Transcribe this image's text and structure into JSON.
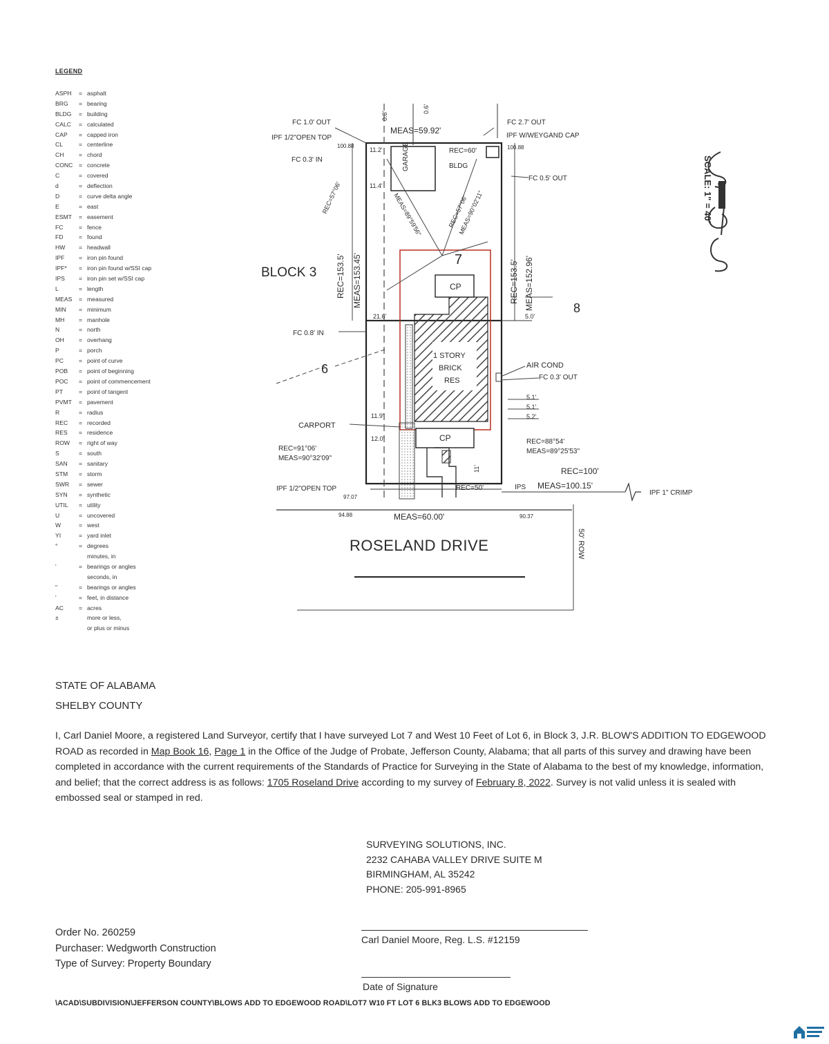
{
  "legend": {
    "title": "LEGEND",
    "items": [
      {
        "abbr": "ASPH",
        "eq": "=",
        "def": "asphalt"
      },
      {
        "abbr": "BRG",
        "eq": "=",
        "def": "bearing"
      },
      {
        "abbr": "BLDG",
        "eq": "=",
        "def": "building"
      },
      {
        "abbr": "CALC",
        "eq": "=",
        "def": "calculated"
      },
      {
        "abbr": "CAP",
        "eq": "=",
        "def": "capped iron"
      },
      {
        "abbr": "CL",
        "eq": "=",
        "def": "centerline"
      },
      {
        "abbr": "CH",
        "eq": "=",
        "def": "chord"
      },
      {
        "abbr": "CONC",
        "eq": "=",
        "def": "concrete"
      },
      {
        "abbr": "C",
        "eq": "=",
        "def": "covered"
      },
      {
        "abbr": "d",
        "eq": "=",
        "def": "deflection"
      },
      {
        "abbr": "D",
        "eq": "=",
        "def": "curve delta angle"
      },
      {
        "abbr": "E",
        "eq": "=",
        "def": "east"
      },
      {
        "abbr": "ESMT",
        "eq": "=",
        "def": "easement"
      },
      {
        "abbr": "FC",
        "eq": "=",
        "def": "fence"
      },
      {
        "abbr": "FD",
        "eq": "=",
        "def": "found"
      },
      {
        "abbr": "HW",
        "eq": "=",
        "def": "headwall"
      },
      {
        "abbr": "IPF",
        "eq": "=",
        "def": "iron pin found"
      },
      {
        "abbr": "IPF*",
        "eq": "=",
        "def": "iron pin found w/SSI cap"
      },
      {
        "abbr": "IPS",
        "eq": "=",
        "def": "iron pin set w/SSI cap"
      },
      {
        "abbr": "L",
        "eq": "=",
        "def": "length"
      },
      {
        "abbr": "MEAS",
        "eq": "=",
        "def": "measured"
      },
      {
        "abbr": "MIN",
        "eq": "=",
        "def": "minimum"
      },
      {
        "abbr": "MH",
        "eq": "=",
        "def": "manhole"
      },
      {
        "abbr": "N",
        "eq": "=",
        "def": "north"
      },
      {
        "abbr": "OH",
        "eq": "=",
        "def": "overhang"
      },
      {
        "abbr": "P",
        "eq": "=",
        "def": "porch"
      },
      {
        "abbr": "PC",
        "eq": "=",
        "def": "point of curve"
      },
      {
        "abbr": "POB",
        "eq": "=",
        "def": "point of beginning"
      },
      {
        "abbr": "POC",
        "eq": "=",
        "def": "point of commencement"
      },
      {
        "abbr": "PT",
        "eq": "=",
        "def": "point of tangent"
      },
      {
        "abbr": "PVMT",
        "eq": "=",
        "def": "pavement"
      },
      {
        "abbr": "R",
        "eq": "=",
        "def": "radius"
      },
      {
        "abbr": "REC",
        "eq": "=",
        "def": "recorded"
      },
      {
        "abbr": "RES",
        "eq": "=",
        "def": "residence"
      },
      {
        "abbr": "ROW",
        "eq": "=",
        "def": "right of way"
      },
      {
        "abbr": "S",
        "eq": "=",
        "def": "south"
      },
      {
        "abbr": "SAN",
        "eq": "=",
        "def": "sanitary"
      },
      {
        "abbr": "STM",
        "eq": "=",
        "def": "storm"
      },
      {
        "abbr": "SWR",
        "eq": "=",
        "def": "sewer"
      },
      {
        "abbr": "SYN",
        "eq": "=",
        "def": "synthetic"
      },
      {
        "abbr": "UTIL",
        "eq": "=",
        "def": "utility"
      },
      {
        "abbr": "U",
        "eq": "=",
        "def": "uncovered"
      },
      {
        "abbr": "W",
        "eq": "=",
        "def": "west"
      },
      {
        "abbr": "YI",
        "eq": "=",
        "def": "yard inlet"
      },
      {
        "abbr": "°",
        "eq": "=",
        "def": "degrees"
      },
      {
        "abbr": "",
        "eq": "",
        "def": "minutes, in"
      },
      {
        "abbr": "'",
        "eq": "=",
        "def": "bearings or angles"
      },
      {
        "abbr": "",
        "eq": "",
        "def": "seconds, in"
      },
      {
        "abbr": "\"",
        "eq": "=",
        "def": "bearings or angles"
      },
      {
        "abbr": "'",
        "eq": "=",
        "def": "feet, in distance"
      },
      {
        "abbr": "AC",
        "eq": "=",
        "def": "acres"
      },
      {
        "abbr": "±",
        "eq": "",
        "def": "more or less,"
      },
      {
        "abbr": "",
        "eq": "",
        "def": "or plus or minus"
      }
    ]
  },
  "plat": {
    "scale": "SCALE: 1\" = 40'",
    "block": "BLOCK 3",
    "lot_7": "7",
    "lot_6": "6",
    "lot_8": "8",
    "street": "ROSELAND DRIVE",
    "row": "50' ROW",
    "top_meas": "MEAS=59.92'",
    "fc_nw": "FC 1.0' OUT",
    "fc_ne": "FC 2.7' OUT",
    "ipf_nw": "IPF 1/2\"OPEN TOP",
    "ipf_ne": "IPF W/WEYGAND CAP",
    "fc_nw_in": "FC 0.3' IN",
    "fc_ne_out": "FC 0.5' OUT",
    "coord_nw": "100.88",
    "coord_ne": "100.88",
    "dim_0_8": "0.8'",
    "dim_0_6": "0.6'",
    "dim_11_2": "11.2'",
    "dim_11_4": "11.4'",
    "rec_top": "REC=60'",
    "bldg": "BLDG",
    "garage": "GARAGE",
    "left_rec": "REC=153.5'",
    "left_meas": "MEAS=153.45'",
    "right_rec": "REC=153.5'",
    "right_meas": "MEAS=152.96'",
    "diag_left": "REC=57°06'",
    "diag_mid": "MEAS=89°59'56\"",
    "diag_right_a": "REC=57°06'",
    "diag_right_b": "MEAS=90°02'11\"",
    "cp_top": "CP",
    "dim_21_6": "21.6'",
    "dim_5_0": "5.0'",
    "fc_w_in": "FC 0.8' IN",
    "house_line1": "1 STORY",
    "house_line2": "BRICK",
    "house_line3": "RES",
    "air_cond": "AIR COND",
    "fc_e_out": "FC 0.3' OUT",
    "dim_5_1a": "5.1'",
    "dim_5_1b": "5.1'",
    "dim_5_2": "5.2'",
    "carport": "CARPORT",
    "dim_11_9": "11.9'",
    "dim_12_0": "12.0'",
    "cp_bottom": "CP",
    "sw_rec": "REC=91°06'",
    "sw_meas": "MEAS=90°32'09\"",
    "se_rec": "REC=88°54'",
    "se_meas": "MEAS=89°25'53\"",
    "ipf_sw": "IPF 1/2\"OPEN TOP",
    "coord_sw": "97.07",
    "rec_bottom": "REC=50'",
    "ips": "IPS",
    "east_rec": "REC=100'",
    "east_meas": "MEAS=100.15'",
    "ipf_crimp": "IPF 1\" CRIMP",
    "bottom_meas": "MEAS=60.00'",
    "coord_bl": "94.88",
    "coord_br": "90.37",
    "dim_11": "11'"
  },
  "state": "STATE OF ALABAMA",
  "county": "SHELBY COUNTY",
  "cert": {
    "p1": "I, Carl Daniel Moore, a registered Land Surveyor, certify that I have surveyed Lot 7 and West 10 Feet of Lot 6, in Block 3, J.R. BLOW'S ADDITION TO EDGEWOOD ROAD as recorded in",
    "map_book": "Map Book 16",
    "comma": ",",
    "page": "Page 1",
    "p2": "in the Office of the Judge of Probate, Jefferson County, Alabama; that all parts of this survey and drawing have been completed in accordance with the current requirements of the Standards of Practice for Surveying in the State of Alabama to the best of my knowledge, information, and belief; that the correct address is as follows:",
    "address": "1705 Roseland Drive",
    "p3": "according to my survey of",
    "date": "February 8, 2022",
    "p4": ". Survey is not valid unless it is sealed with embossed seal or stamped in red."
  },
  "company": {
    "name": "SURVEYING SOLUTIONS, INC.",
    "address1": "2232 CAHABA VALLEY DRIVE  SUITE M",
    "address2": "BIRMINGHAM, AL 35242",
    "phone": "PHONE: 205-991-8965"
  },
  "surveyor": "Carl Daniel Moore, Reg. L.S. #12159",
  "date_sig": "Date of Signature",
  "order": {
    "number": "Order No. 260259",
    "purchaser": "Purchaser: Wedgworth Construction",
    "type": "Type of Survey: Property Boundary"
  },
  "file_path": "\\ACAD\\SUBDIVISION\\JEFFERSON COUNTY\\BLOWS ADD TO EDGEWOOD ROAD\\LOT7 W10 FT LOT 6 BLK3 BLOWS ADD TO EDGEWOOD",
  "colors": {
    "ink": "#2a2a2a",
    "highlight": "#c0392b",
    "logo": "#1f6fa3"
  }
}
